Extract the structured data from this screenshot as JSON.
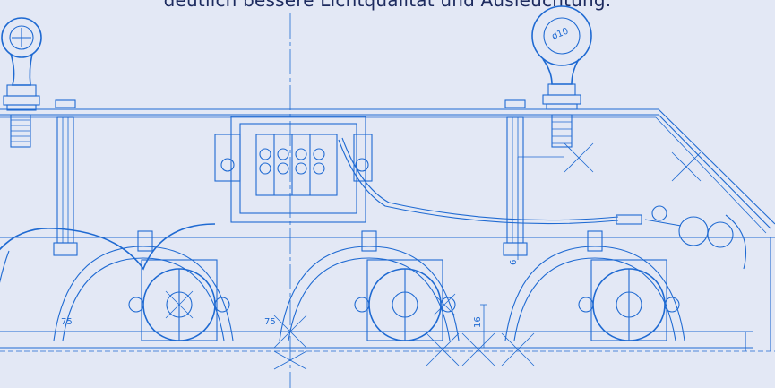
{
  "caption": {
    "text": "deutlich bessere Lichtqualität und Ausleuchtung."
  },
  "dimensions": {
    "eye_bolt_diameter": "ø10",
    "spacing_left": "75",
    "spacing_center": "75",
    "lamp_offset": "16",
    "post_height": "6"
  },
  "colors": {
    "background": "#e3e8f5",
    "line": "#1f6ad2",
    "text": "#1c2a5e"
  }
}
